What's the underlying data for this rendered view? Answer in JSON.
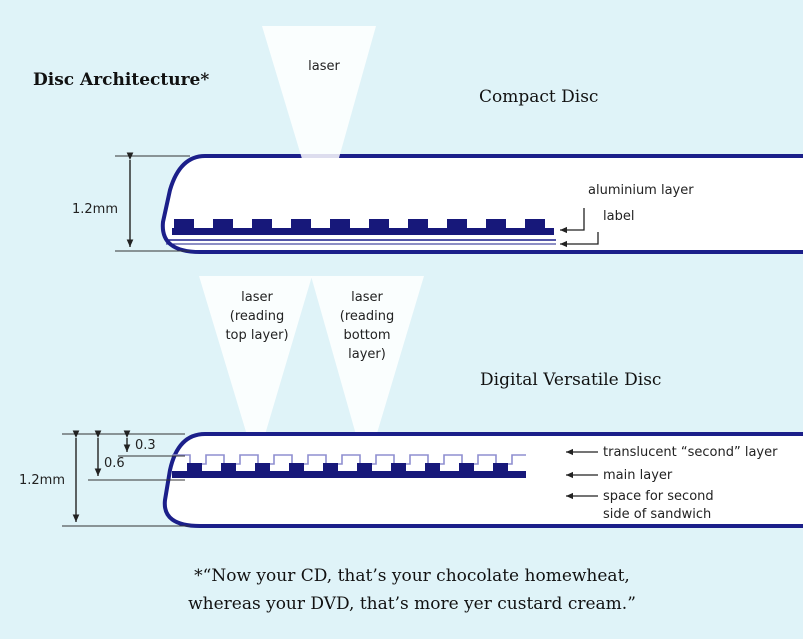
{
  "title": "Disc Architecture*",
  "cd": {
    "heading": "Compact Disc",
    "laser": "laser",
    "thickness": "1.2mm",
    "labels": {
      "aluminium": "aluminium layer",
      "label": "label"
    }
  },
  "dvd": {
    "heading": "Digital Versatile Disc",
    "laser_top": [
      "laser",
      "(reading",
      "top layer)"
    ],
    "laser_bottom": [
      "laser",
      "(reading",
      "bottom",
      "layer)"
    ],
    "thickness": "1.2mm",
    "dim_06": "0.6",
    "dim_03": "0.3",
    "labels": {
      "translucent": "translucent “second” layer",
      "main": "main layer",
      "space_line1": "space for second",
      "space_line2": "side of sandwich"
    }
  },
  "caption": {
    "line1": "*“Now your CD, that’s your chocolate homewheat,",
    "line2": "whereas your DVD, that’s more yer custard cream.”"
  },
  "colors": {
    "background": "#dff3f8",
    "disc_outline": "#1b1f8a",
    "disc_fill": "#ffffff",
    "pits": "#17187a",
    "beam": "#ffffff",
    "dvd_second_layer": "#8f8fd0"
  }
}
